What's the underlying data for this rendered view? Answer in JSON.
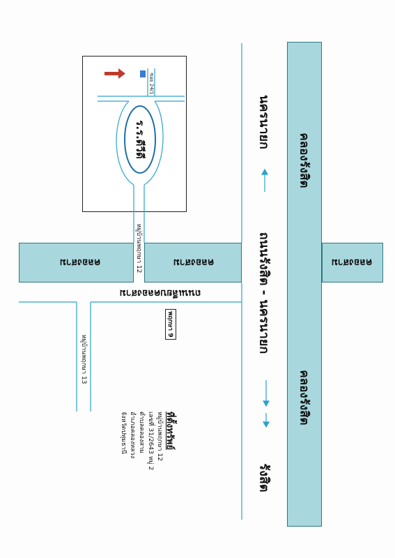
{
  "map": {
    "main_road": "ถนนรังสิต - นครนายก",
    "secondary_road": "ถนนเลียบคลองสาม",
    "canal_main_top": "คลองรังสิต",
    "canal_main_bottom": "คลองรังสิต",
    "canal_cross_left": "คลองสาม",
    "canal_cross_mid": "คลองสาม",
    "canal_cross_right": "คลองสาม",
    "dest_top": "นครนายก",
    "dest_bottom": "รังสิต",
    "village_road_12": "หมู่บ้านพฤกษา 12",
    "village_road_13": "หมู่บ้านพฤกษา 13",
    "pruksa_9": "พฤกษา 9",
    "school": "ร.ร.ดีวีดี",
    "small_lane": "ซอย 24/1"
  },
  "location": {
    "heading": "ที่ตั้งทรัพย์",
    "lines": [
      "หมู่บ้านพฤกษา 12",
      "เลขที่ 31/2643 หมู่ 2",
      "ตำบลคลองสาม",
      "อำเภอคลองหลวง",
      "จังหวัดปทุมธานี"
    ]
  },
  "colors": {
    "canal_fill": "#a8d8de",
    "canal_border": "#2f7480",
    "road_line": "#2aa3c9",
    "marker": "#c0392b"
  }
}
